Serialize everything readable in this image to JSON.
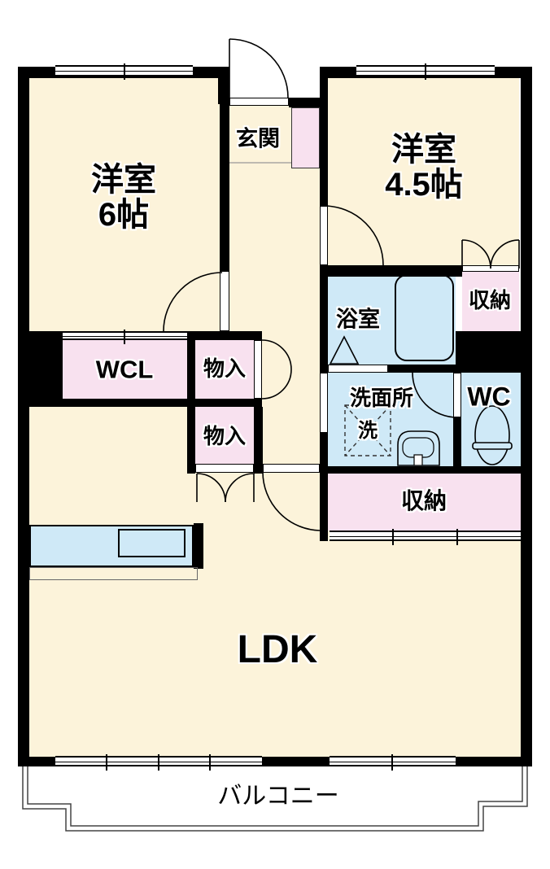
{
  "rooms": [
    {
      "name": "western-room-6",
      "label": "洋室",
      "size": "6帖"
    },
    {
      "name": "western-room-4-5",
      "label": "洋室",
      "size": "4.5帖"
    },
    {
      "name": "entrance",
      "label": "玄関"
    },
    {
      "name": "walk-in-closet",
      "label": "WCL"
    },
    {
      "name": "storage-upper",
      "label": "物入"
    },
    {
      "name": "storage-lower",
      "label": "物入"
    },
    {
      "name": "bathroom",
      "label": "浴室"
    },
    {
      "name": "washroom",
      "label": "洗面所"
    },
    {
      "name": "washer-space",
      "label": "洗"
    },
    {
      "name": "toilet-room",
      "label": "WC"
    },
    {
      "name": "closet-by-bathroom",
      "label": "収納"
    },
    {
      "name": "closet-by-ldk",
      "label": "収納"
    },
    {
      "name": "living-dining-kitchen",
      "label": "LDK"
    },
    {
      "name": "balcony",
      "label": "バルコニー"
    }
  ],
  "colors": {
    "room_floor": "#fcf3da",
    "closet": "#f8e1ef",
    "wet_area": "#cfe9f7",
    "wall": "#000000",
    "balcony_outline": "#444444"
  }
}
